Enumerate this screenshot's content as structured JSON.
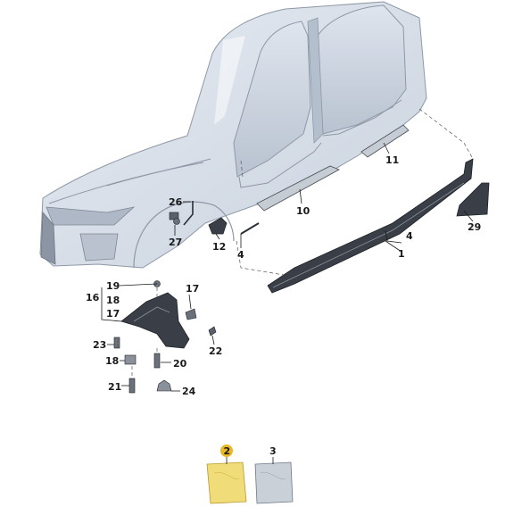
{
  "colors": {
    "body_fill": "#d3dbe6",
    "body_line": "#8e98a6",
    "part_dark": "#3a3f47",
    "highlight": "#e8b923",
    "bag_yellow": "#f0dc78",
    "bag_grey": "#c9d0d8"
  },
  "callouts": {
    "c1": "1",
    "c2": "2",
    "c3": "3",
    "c4a": "4",
    "c4b": "4",
    "c10": "10",
    "c11": "11",
    "c12": "12",
    "c16": "16",
    "c17a": "17",
    "c17b": "17",
    "c18a": "18",
    "c18b": "18",
    "c19": "19",
    "c20": "20",
    "c21": "21",
    "c22": "22",
    "c23": "23",
    "c24": "24",
    "c26": "26",
    "c27": "27",
    "c29": "29"
  }
}
